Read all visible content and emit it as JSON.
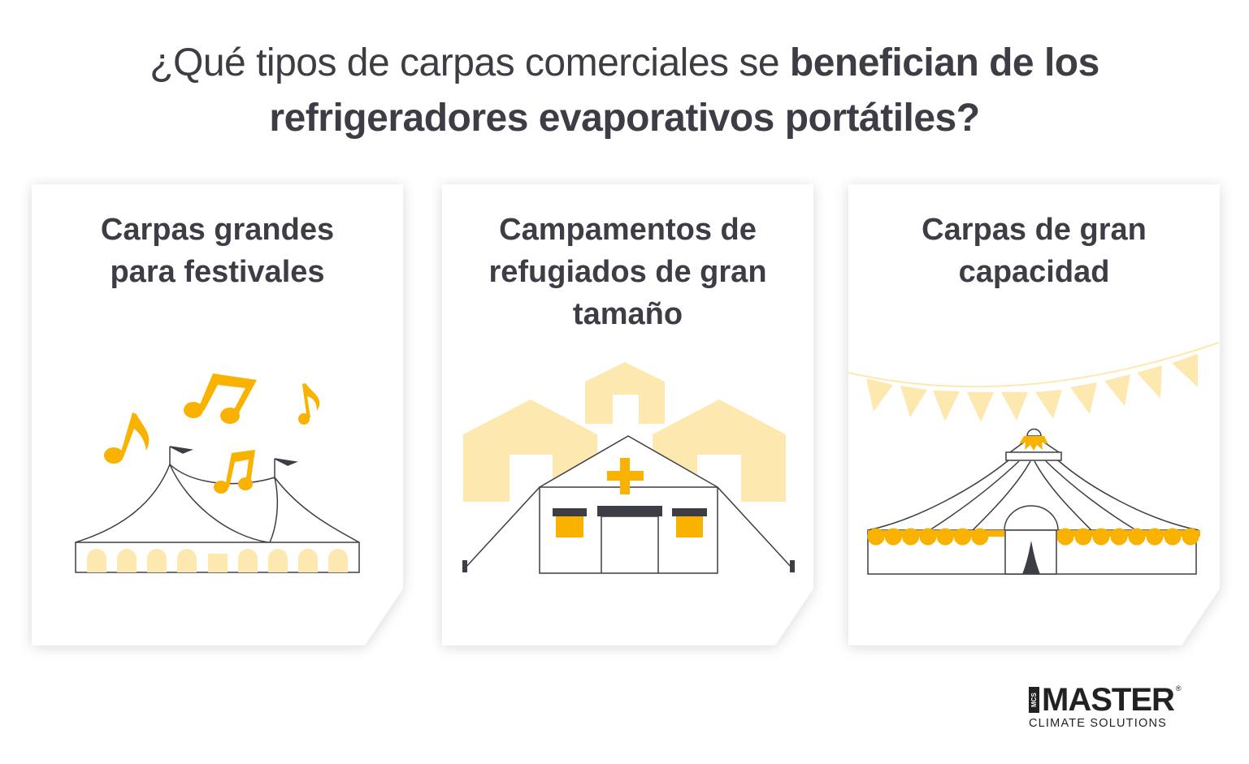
{
  "title": {
    "light": "¿Qué tipos de carpas comerciales se ",
    "bold_1": "benefician de los",
    "bold_2": "refrigeradores evaporativos portátiles?"
  },
  "cards": [
    {
      "title": "Carpas grandes para festivales",
      "icon": "festival-tent-music-icon"
    },
    {
      "title": "Campamentos de refugiados de gran tamaño",
      "icon": "refugee-camp-tents-icon"
    },
    {
      "title": "Carpas de gran capacidad",
      "icon": "circus-tent-bunting-icon"
    }
  ],
  "logo": {
    "mcs": "MCS",
    "name": "MASTER",
    "tagline": "CLIMATE SOLUTIONS",
    "reg": "®"
  },
  "colors": {
    "accent": "#f9b200",
    "accent_light": "#fde9b0",
    "text": "#3d3d45"
  }
}
